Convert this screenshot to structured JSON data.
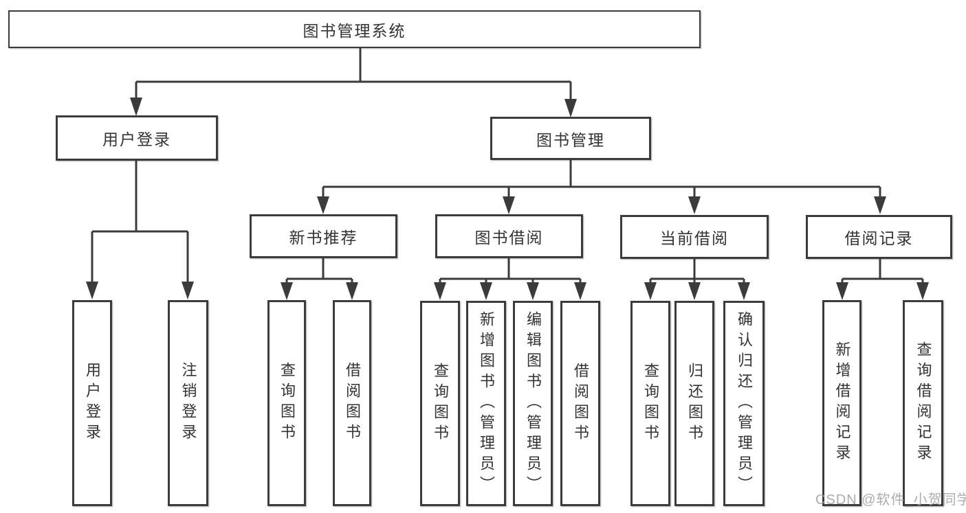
{
  "root": {
    "label": "图书管理系统"
  },
  "branches": {
    "user_login": {
      "label": "用户登录"
    },
    "book_management": {
      "label": "图书管理"
    }
  },
  "modules": {
    "new_book": {
      "label": "新书推荐"
    },
    "book_borrow": {
      "label": "图书借阅"
    },
    "current_borrow": {
      "label": "当前借阅"
    },
    "borrow_records": {
      "label": "借阅记录"
    }
  },
  "leaves": {
    "user_login": [
      "用户登录",
      "注销登录"
    ],
    "new_book": [
      "查询图书",
      "借阅图书"
    ],
    "book_borrow": [
      "查询图书",
      "新增图书（管理员）",
      "编辑图书（管理员）",
      "借阅图书"
    ],
    "current_borrow": [
      "查询图书",
      "归还图书",
      "确认归还（管理员）"
    ],
    "borrow_records": [
      "新增借阅记录",
      "查询借阅记录"
    ]
  },
  "watermark": "CSDN @软件_小贺同学",
  "colors": {
    "line": "#3b3b3b",
    "text": "#333333",
    "watermark": "#9e9e9e",
    "node_fill": "#ffffff",
    "background": "#ffffff"
  }
}
